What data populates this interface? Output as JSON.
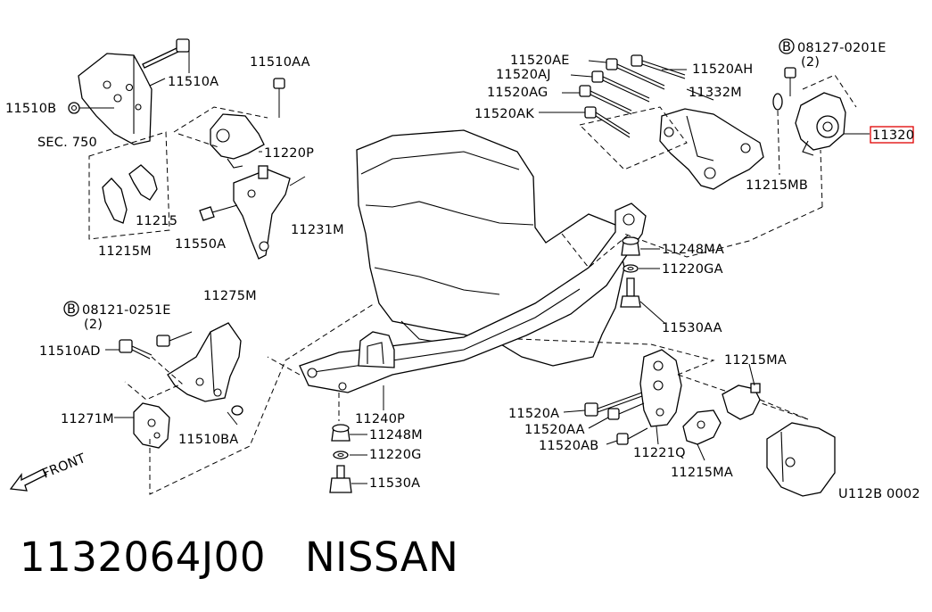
{
  "callouts": {
    "p11510A": "11510A",
    "p11510B": "11510B",
    "sec750": "SEC. 750",
    "p11510AA": "11510AA",
    "p11220P": "11220P",
    "p11215": "11215",
    "p11215M": "11215M",
    "p11550A": "11550A",
    "p11231M": "11231M",
    "p11520AE": "11520AE",
    "p11520AJ": "11520AJ",
    "p11520AG": "11520AG",
    "p11520AK": "11520AK",
    "p11520AH": "11520AH",
    "p11332M": "11332M",
    "p08127": "08127-0201E",
    "qty08127": "(2)",
    "p11320": "11320",
    "p11215MB": "11215MB",
    "p11248MA": "11248MA",
    "p11220GA": "11220GA",
    "p11530AA": "11530AA",
    "p08121": "08121-0251E",
    "qty08121": "(2)",
    "p11275M": "11275M",
    "p11510AD": "11510AD",
    "p11271M": "11271M",
    "p11510BA": "11510BA",
    "p11240P": "11240P",
    "p11248M": "11248M",
    "p11220G": "11220G",
    "p11530A": "11530A",
    "p11215MA_top": "11215MA",
    "p11520A": "11520A",
    "p11520AA": "11520AA",
    "p11520AB": "11520AB",
    "p11221Q": "11221Q",
    "p11215MA_bottom": "11215MA",
    "front": "FRONT",
    "diagramCode": "U112B 0002",
    "circleB": "B"
  },
  "footer": {
    "partNumber": "1132064J00",
    "brand": "NISSAN"
  },
  "colors": {
    "highlight": "#e00000",
    "line": "#000000"
  }
}
